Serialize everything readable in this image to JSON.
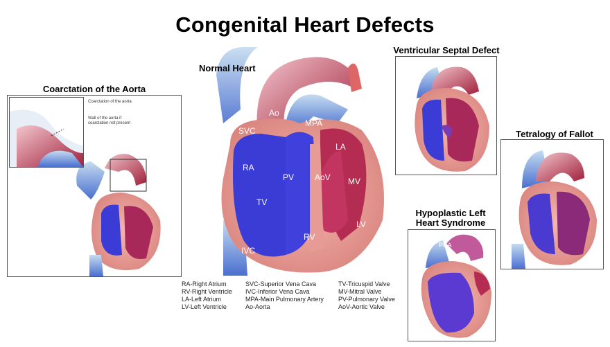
{
  "title": "Congenital Heart Defects",
  "normal_heart": {
    "title": "Normal Heart",
    "labels": {
      "svc": "SVC",
      "ao": "Ao",
      "mpa": "MPA",
      "ra": "RA",
      "la": "LA",
      "pv": "PV",
      "aov": "AoV",
      "mv": "MV",
      "tv": "TV",
      "rv": "RV",
      "lv": "LV",
      "ivc": "IVC"
    }
  },
  "coarctation": {
    "title": "Coarctation of the Aorta",
    "note1": "Coarctation of the aorta",
    "note2": "Wall of the aorta if coarctation not present"
  },
  "vsd": {
    "title": "Ventricular Septal Defect"
  },
  "tof": {
    "title": "Tetralogy of Fallot"
  },
  "hlhs": {
    "title_line1": "Hypoplastic Left",
    "title_line2": "Heart Syndrome",
    "pda": "PDA"
  },
  "legend": {
    "col1": [
      "RA-Right Atrium",
      "RV-Right Ventricle",
      "LA-Left Atrium",
      "LV-Left Ventricle"
    ],
    "col2": [
      "SVC-Superior Vena Cava",
      "IVC-Inferior Vena Cava",
      "MPA-Main Pulmonary Artery",
      "Ao-Aorta"
    ],
    "col3": [
      "TV-Tricuspid Valve",
      "MV-Mitral Valve",
      "PV-Pulmonary Valve",
      "AoV-Aortic Valve"
    ]
  },
  "colors": {
    "oxygen_poor": "#3a3ad8",
    "oxygen_rich": "#c0304a",
    "tissue": "#e8a0a0",
    "vessel_blue": "#8fb8d8"
  }
}
